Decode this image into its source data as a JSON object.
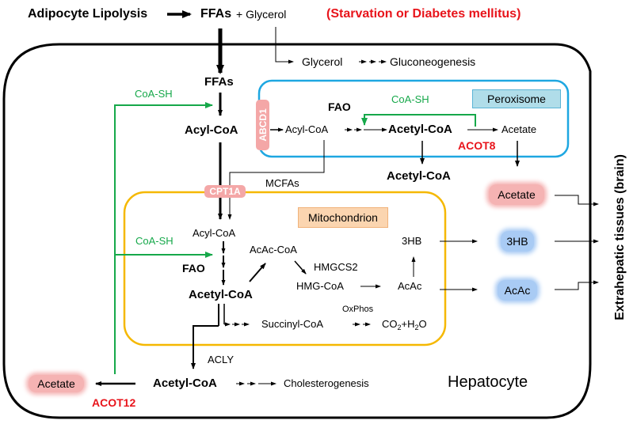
{
  "header": {
    "source": "Adipocyte Lipolysis",
    "products_bold": "FFAs",
    "products_plus": "+ Glycerol",
    "condition": "(Starvation or Diabetes mellitus)"
  },
  "glycerol_path": {
    "glycerol": "Glycerol",
    "gluconeogenesis": "Gluconeogenesis"
  },
  "cell": {
    "name": "Hepatocyte",
    "ffas": "FFAs",
    "acyl_coa": "Acyl-CoA",
    "coa_sh_top": "CoA-SH",
    "abcd1": "ABCD1",
    "cpt1a": "CPT1A",
    "mcfas": "MCFAs",
    "acly": "ACLY",
    "cytosol_acetyl_coa": "Acetyl-CoA",
    "cholesterogenesis": "Cholesterogenesis",
    "acetate_left": "Acetate",
    "acot12": "ACOT12"
  },
  "peroxisome": {
    "label": "Peroxisome",
    "fao": "FAO",
    "coa_sh": "CoA-SH",
    "acyl_coa": "Acyl-CoA",
    "acetyl_coa": "Acetyl-CoA",
    "acetate": "Acetate",
    "acot8": "ACOT8",
    "exported_acetyl_coa": "Acetyl-CoA"
  },
  "mitochondrion": {
    "label": "Mitochondrion",
    "acyl_coa": "Acyl-CoA",
    "coa_sh": "CoA-SH",
    "fao": "FAO",
    "acetyl_coa": "Acetyl-CoA",
    "acac_coa": "AcAc-CoA",
    "hmgcs2": "HMGCS2",
    "hmg_coa": "HMG-CoA",
    "acac": "AcAc",
    "three_hb": "3HB",
    "oxphos": "OxPhos",
    "succinyl_coa": "Succinyl-CoA",
    "co2": "CO",
    "co2_sub": "2",
    "plus_h": "+H",
    "h2o_sub": "2",
    "o": "O"
  },
  "outputs": {
    "acetate": "Acetate",
    "three_hb": "3HB",
    "acac": "AcAc"
  },
  "target": "Extrahepatic tissues (brain)",
  "colors": {
    "red": "#e8141b",
    "green": "#16a84a",
    "peroxisome_border": "#1ea7e1",
    "mitochondrion_border": "#f5b800",
    "pink": "#f5b3b3",
    "blue": "#a9cbf4"
  }
}
